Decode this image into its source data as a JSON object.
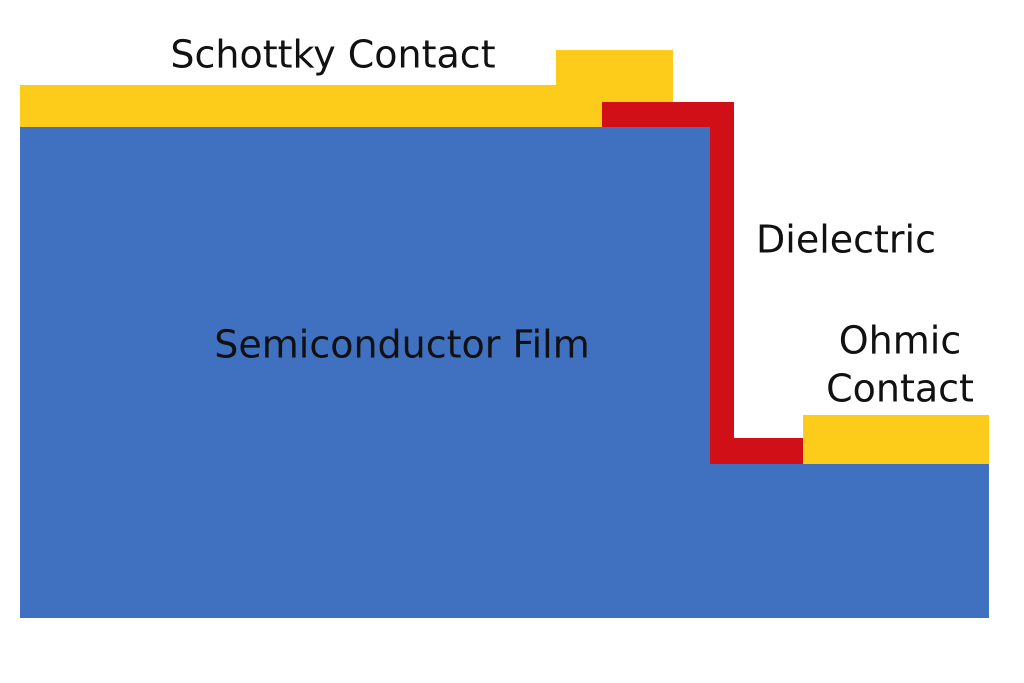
{
  "diagram": {
    "labels": {
      "schottky_contact": "Schottky Contact",
      "dielectric": "Dielectric",
      "semiconductor_film": "Semiconductor Film",
      "ohmic_contact_line1": "Ohmic",
      "ohmic_contact_line2": "Contact"
    },
    "colors": {
      "semiconductor": "#4070C0",
      "contact": "#FDCB1A",
      "dielectric": "#D01016",
      "text": "#111111",
      "background": "#FFFFFF"
    }
  }
}
